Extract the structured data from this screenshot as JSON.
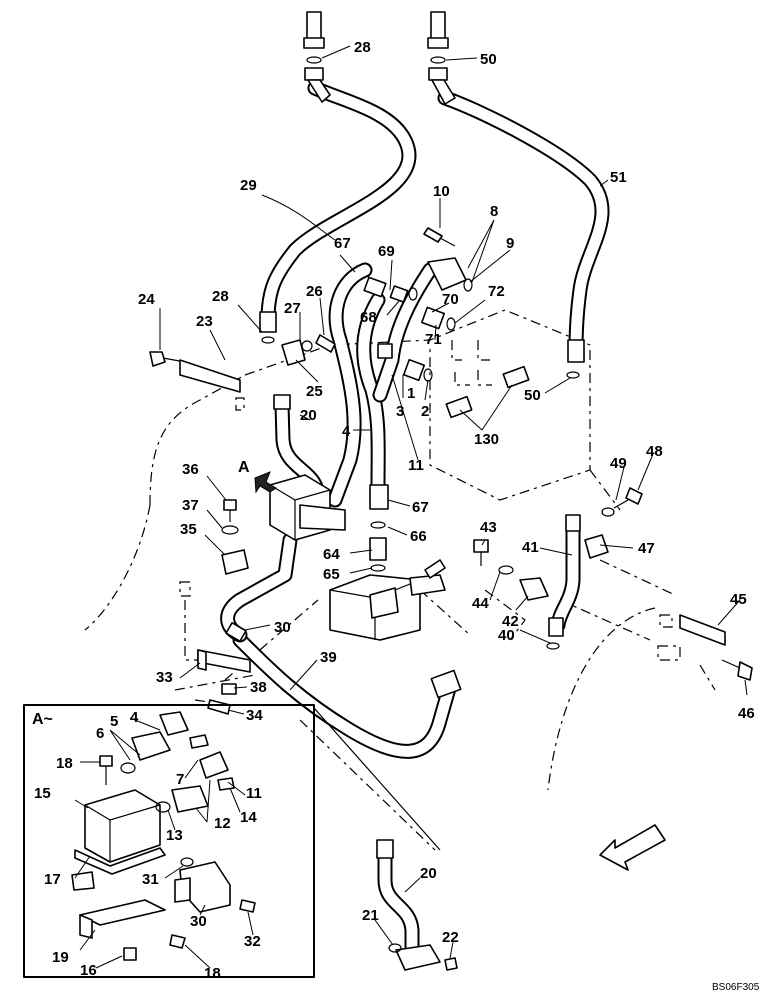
{
  "diagram": {
    "drawing_code": "BS06F305",
    "view_a_marker": "A",
    "detail_title": "A~",
    "callouts": {
      "c1": "1",
      "c2": "2",
      "c3": "3",
      "c4": "4",
      "c5": "5",
      "c6": "6",
      "c7": "7",
      "c8": "8",
      "c9": "9",
      "c10": "10",
      "c11": "11",
      "c12": "12",
      "c13": "13",
      "c14": "14",
      "c15": "15",
      "c16": "16",
      "c17": "17",
      "c18": "18",
      "c19": "19",
      "c20": "20",
      "c21": "21",
      "c22": "22",
      "c23": "23",
      "c24": "24",
      "c25": "25",
      "c26": "26",
      "c27": "27",
      "c28": "28",
      "c29": "29",
      "c30": "30",
      "c31": "31",
      "c32": "32",
      "c33": "33",
      "c34": "34",
      "c35": "35",
      "c36": "36",
      "c37": "37",
      "c38": "38",
      "c39": "39",
      "c40": "40",
      "c41": "41",
      "c42": "42",
      "c43": "43",
      "c44": "44",
      "c45": "45",
      "c46": "46",
      "c47": "47",
      "c48": "48",
      "c49": "49",
      "c50": "50",
      "c51": "51",
      "c64": "64",
      "c65": "65",
      "c66": "66",
      "c67": "67",
      "c68": "68",
      "c69": "69",
      "c70": "70",
      "c71": "71",
      "c72": "72",
      "c130": "130"
    }
  }
}
